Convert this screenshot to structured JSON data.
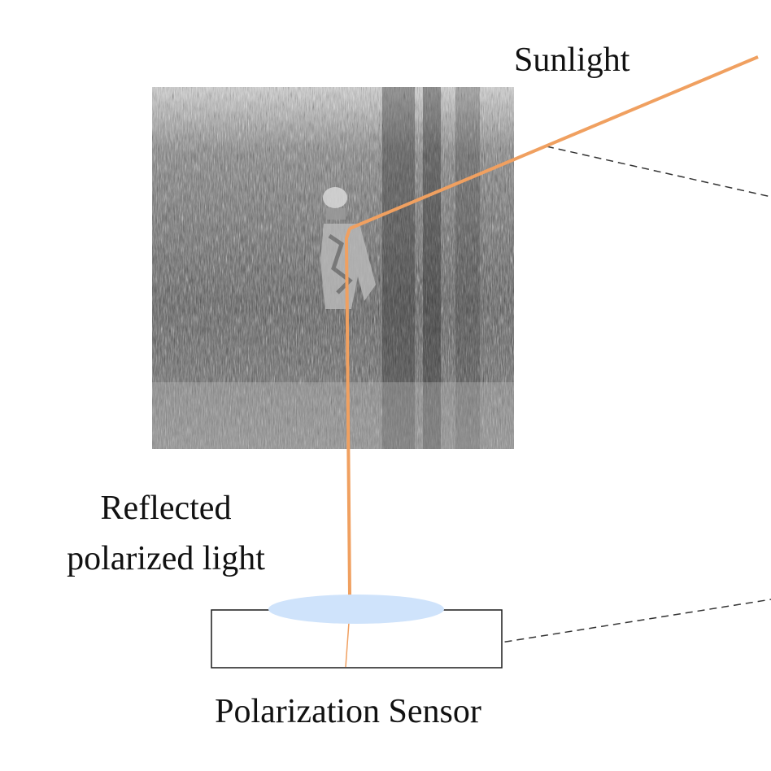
{
  "labels": {
    "sunlight": "Sunlight",
    "reflected_line1": "Reflected",
    "reflected_line2": "polarized light",
    "sensor": "Polarization Sensor"
  },
  "photo": {
    "subject": "grayscale photograph of a camouflaged person standing in tall grass"
  },
  "colors": {
    "ray": "#f0a060",
    "lens": "#cfe3fb",
    "outline": "#1a1a1a",
    "dashed": "#333333",
    "background": "#ffffff"
  }
}
